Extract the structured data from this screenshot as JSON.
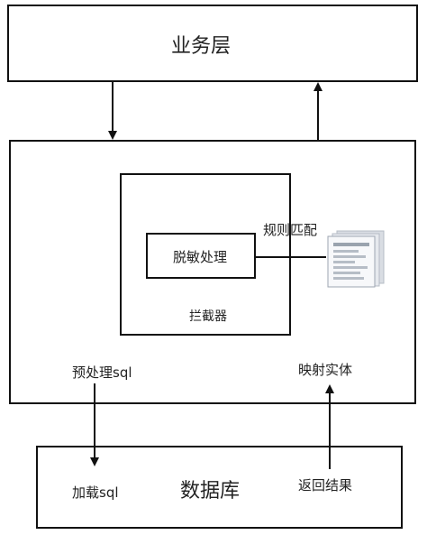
{
  "business_layer": {
    "label": "业务层"
  },
  "interceptor": {
    "label": "拦截器"
  },
  "desensitize": {
    "label": "脱敏处理"
  },
  "rule_match": {
    "label": "规则匹配"
  },
  "preprocess": {
    "label": "预处理sql"
  },
  "map_entity": {
    "label": "映射实体"
  },
  "database": {
    "label": "数据库",
    "load_label": "加载sql",
    "return_label": "返回结果"
  },
  "document_icon": "rules-document-icon"
}
